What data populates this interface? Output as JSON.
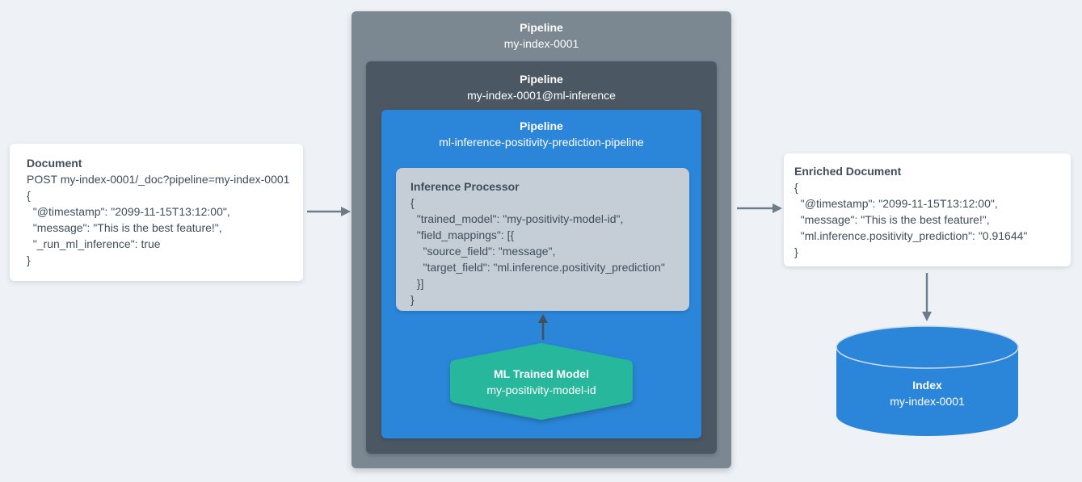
{
  "colors": {
    "background": "#eef2f6",
    "pipeline_outer": "#7b8791",
    "pipeline_inner": "#4b5864",
    "pipeline_blue": "#2b86d9",
    "processor_box": "#c5ced7",
    "model_hexagon": "#26b79c",
    "index_cylinder": "#2b86d9",
    "card_background": "#ffffff",
    "arrow_gray": "#6e7b88",
    "arrow_dark": "#474f56",
    "text_dark": "#3f4d5b",
    "text_light": "#ffffff"
  },
  "document_box": {
    "title": "Document",
    "lines": [
      "POST my-index-0001/_doc?pipeline=my-index-0001",
      "{",
      "  \"@timestamp\": \"2099-11-15T13:12:00\",",
      "  \"message\": \"This is the best feature!\",",
      "  \"_run_ml_inference\": true",
      "}"
    ]
  },
  "pipelines": {
    "outer": {
      "label": "Pipeline",
      "name": "my-index-0001"
    },
    "inner": {
      "label": "Pipeline",
      "name": "my-index-0001@ml-inference"
    },
    "ml": {
      "label": "Pipeline",
      "name": "ml-inference-positivity-prediction-pipeline"
    }
  },
  "inference_processor": {
    "title": "Inference Processor",
    "lines": [
      "{",
      "  \"trained_model\": \"my-positivity-model-id\",",
      "  \"field_mappings\": [{",
      "    \"source_field\": \"message\",",
      "    \"target_field\": \"ml.inference.positivity_prediction\"",
      "  }]",
      "}"
    ]
  },
  "ml_model": {
    "title": "ML Trained Model",
    "name": "my-positivity-model-id"
  },
  "enriched_document_box": {
    "title": "Enriched Document",
    "lines": [
      "{",
      "  \"@timestamp\": \"2099-11-15T13:12:00\",",
      "  \"message\": \"This is the best feature!\",",
      "  \"ml.inference.positivity_prediction\": \"0.91644\"",
      "}"
    ]
  },
  "index": {
    "label": "Index",
    "name": "my-index-0001"
  }
}
